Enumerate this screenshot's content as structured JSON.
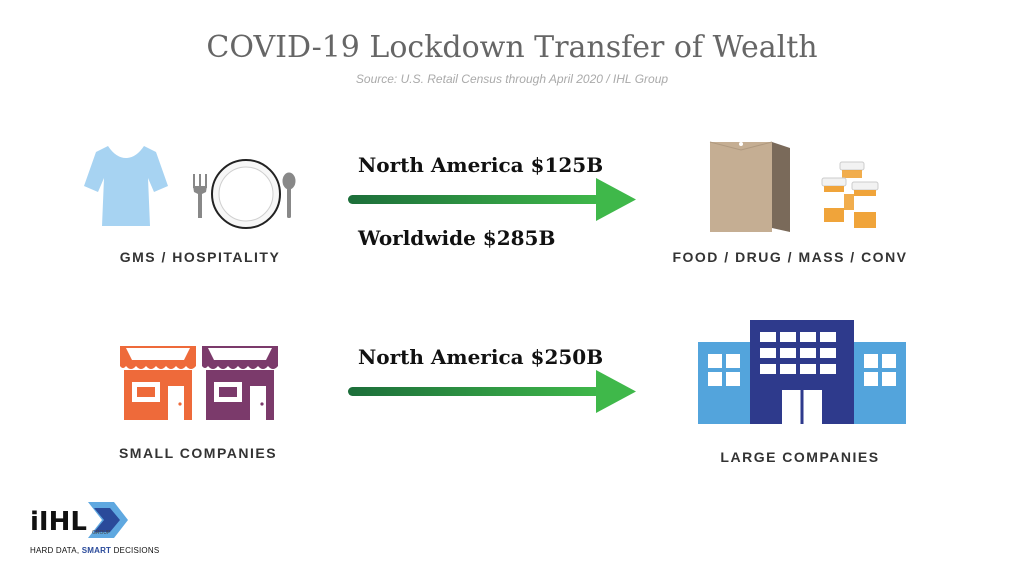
{
  "header": {
    "title": "COVID-19 Lockdown Transfer of Wealth",
    "source": "Source: U.S. Retail Census through April 2020 / IHL Group"
  },
  "flows": [
    {
      "from_label": "GMS / HOSPITALITY",
      "to_label": "FOOD / DRUG / MASS / CONV",
      "amounts": [
        "North America $125B",
        "Worldwide $285B"
      ],
      "from_icons": [
        "t-shirt-icon",
        "fork-icon",
        "plate-icon",
        "spoon-icon"
      ],
      "to_icons": [
        "paper-bag-icon",
        "pill-bottles-icon"
      ]
    },
    {
      "from_label": "SMALL COMPANIES",
      "to_label": "LARGE COMPANIES",
      "amounts": [
        "North America $250B"
      ],
      "from_icons": [
        "storefront-icon",
        "storefront-icon"
      ],
      "to_icons": [
        "office-building-icon"
      ]
    }
  ],
  "colors": {
    "title": "#666666",
    "arrow_start": "#1c6e3a",
    "arrow_end": "#3fb84a",
    "shirt": "#a7d3f2",
    "bag": "#c5ae93",
    "pill_orange": "#f0a43a",
    "store_orange": "#ee6a3a",
    "store_purple": "#7b3a6b",
    "building_navy": "#2e3a8c",
    "building_blue": "#53a4dc"
  },
  "logo": {
    "wordmark": "IHL",
    "sub": "GROUP",
    "tagline_plain": "HARD DATA, ",
    "tagline_bold": "SMART",
    "tagline_end": " DECISIONS"
  }
}
